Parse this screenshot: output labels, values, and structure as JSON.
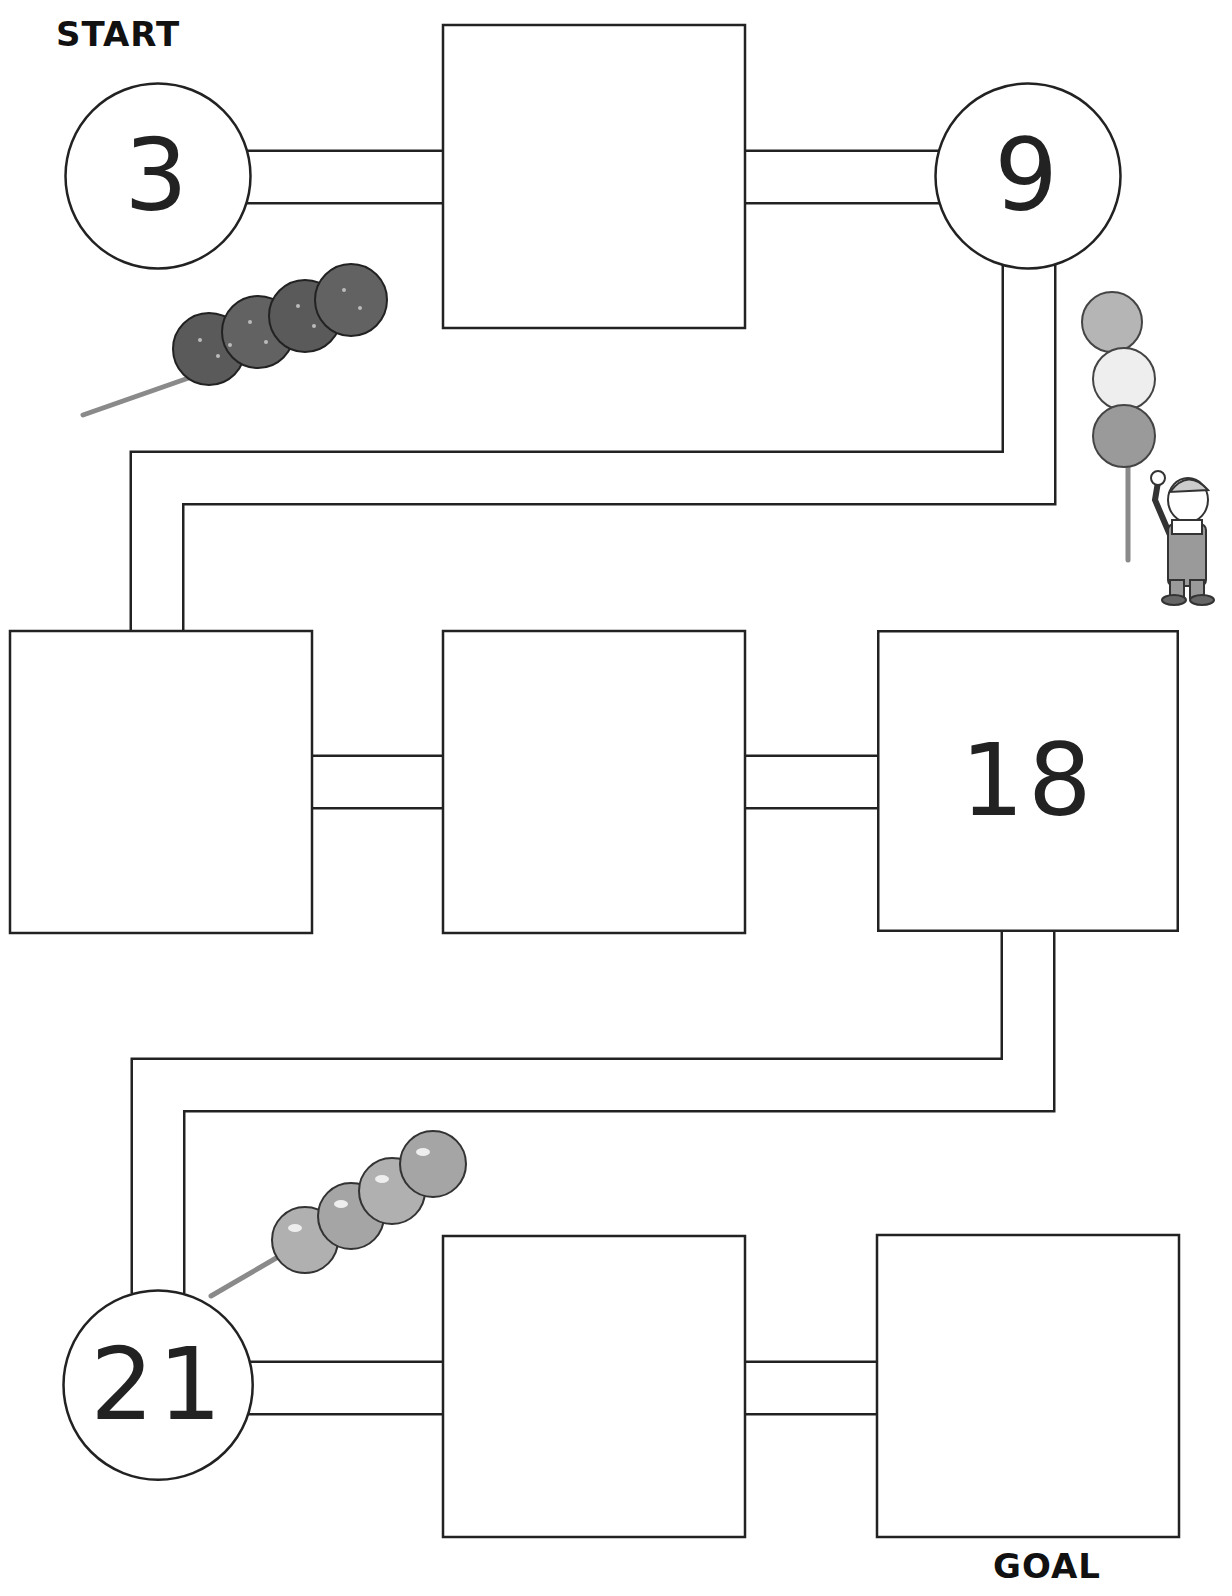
{
  "diagram": {
    "nodes": [
      {
        "text": [
          "3"
        ]
      },
      {
        "text": [
          "9"
        ]
      },
      {
        "text": [
          "18"
        ]
      },
      {
        "text": [
          "21"
        ]
      }
    ],
    "edges": [
      {
        "from": 2,
        "to": 3,
        "arrow": "none"
      }
    ],
    "labels": [
      "START",
      "GOAL"
    ]
  }
}
